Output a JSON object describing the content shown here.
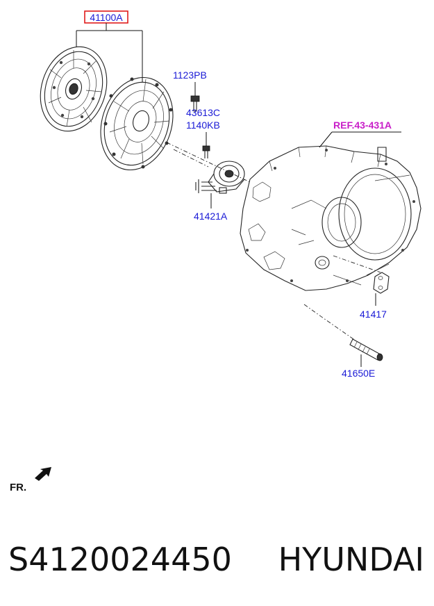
{
  "diagram": {
    "callouts": {
      "assembly": "41100A",
      "bolt": "1123PB",
      "sensor_code": "43613C",
      "sensor_bolt": "1140KB",
      "bearing": "41421A",
      "gasket": "41417",
      "shaft": "41650E",
      "reference": "REF.43-431A"
    },
    "front_marker": "FR.",
    "colors": {
      "callout": "#1a1ad6",
      "reference": "#c81ec8",
      "highlight_box": "#e01a1a",
      "line_art": "#222222"
    }
  },
  "footer": {
    "part_number": "S4120024450",
    "brand": "HYUNDAI"
  }
}
